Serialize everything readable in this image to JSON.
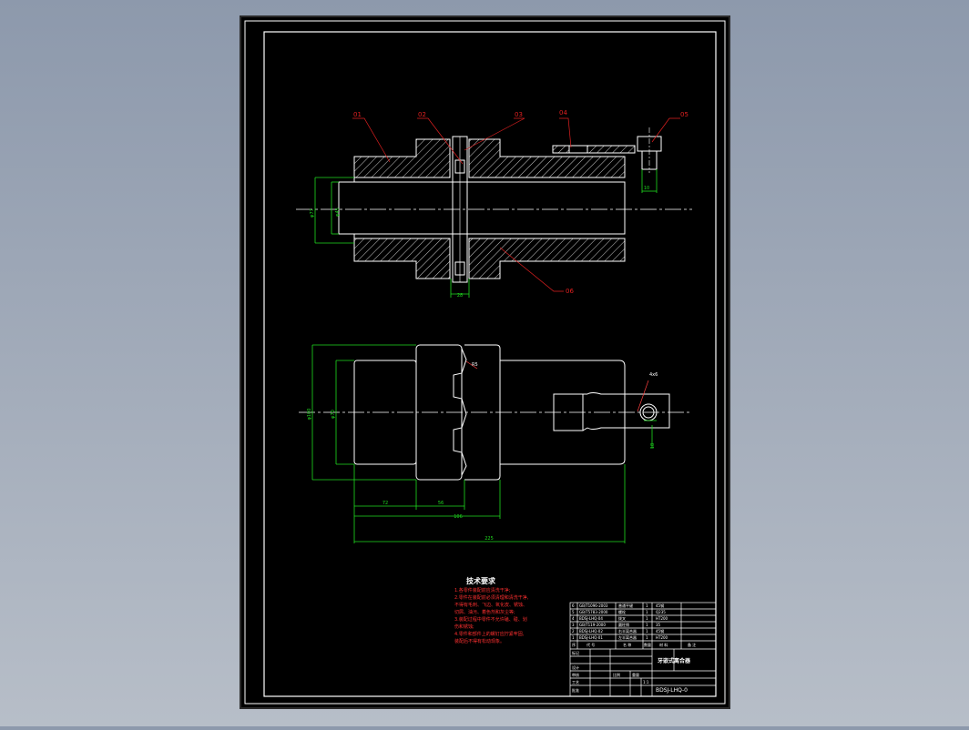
{
  "balloons": {
    "b01": "01",
    "b02": "02",
    "b03": "03",
    "b04": "04",
    "b05": "05",
    "b06": "06"
  },
  "dimensions": {
    "d77": "φ77",
    "d45": "φ45",
    "d10": "10",
    "d28": "28",
    "d100": "φ100",
    "d70": "φ70",
    "d18": "18",
    "d72": "72",
    "d56": "56",
    "d106": "106",
    "d225": "225",
    "r5": "R5",
    "dx6": "4x6"
  },
  "tech_requirements": {
    "title": "技术要求",
    "lines": [
      "1.各零件装配前应清洗干净;",
      "2.零件在装配前必须清理和清洗干净,",
      "  不得有毛刺、飞边、氧化皮、锈蚀、",
      "  切屑、油污、着色剂和灰尘等;",
      "3.装配过程中零件不允许磕、碰、划",
      "  伤和锈蚀;",
      "4.零件和部件上的螺钉应拧紧牢固,",
      "  装配后不得有松动现象。"
    ]
  },
  "title_block": {
    "part_name": "牙嵌式离合器",
    "drawing_no": "BDSJ-LHQ-0",
    "header_cells": [
      "序",
      "代 号",
      "名 称",
      "数量",
      "材 料",
      "备 注"
    ],
    "rows": [
      [
        "6",
        "GB/T1096-2003",
        "普通平键",
        "1",
        "45钢",
        ""
      ],
      [
        "5",
        "GB/T5783-2000",
        "螺栓",
        "1",
        "Q235",
        ""
      ],
      [
        "4",
        "BDSJ-LHQ-04",
        "拨叉",
        "1",
        "HT200",
        ""
      ],
      [
        "3",
        "GB/T119-2000",
        "圆柱销",
        "1",
        "35",
        ""
      ],
      [
        "2",
        "BDSJ-LHQ-02",
        "右半离合器",
        "1",
        "45钢",
        ""
      ],
      [
        "1",
        "BDSJ-LHQ-01",
        "左半离合器",
        "1",
        "HT200",
        ""
      ]
    ],
    "side_labels": [
      "标记",
      "设计",
      "审核",
      "工艺",
      "批准"
    ],
    "scale_label": "比例",
    "weight_label": "重量",
    "scale_value": "1:1"
  }
}
